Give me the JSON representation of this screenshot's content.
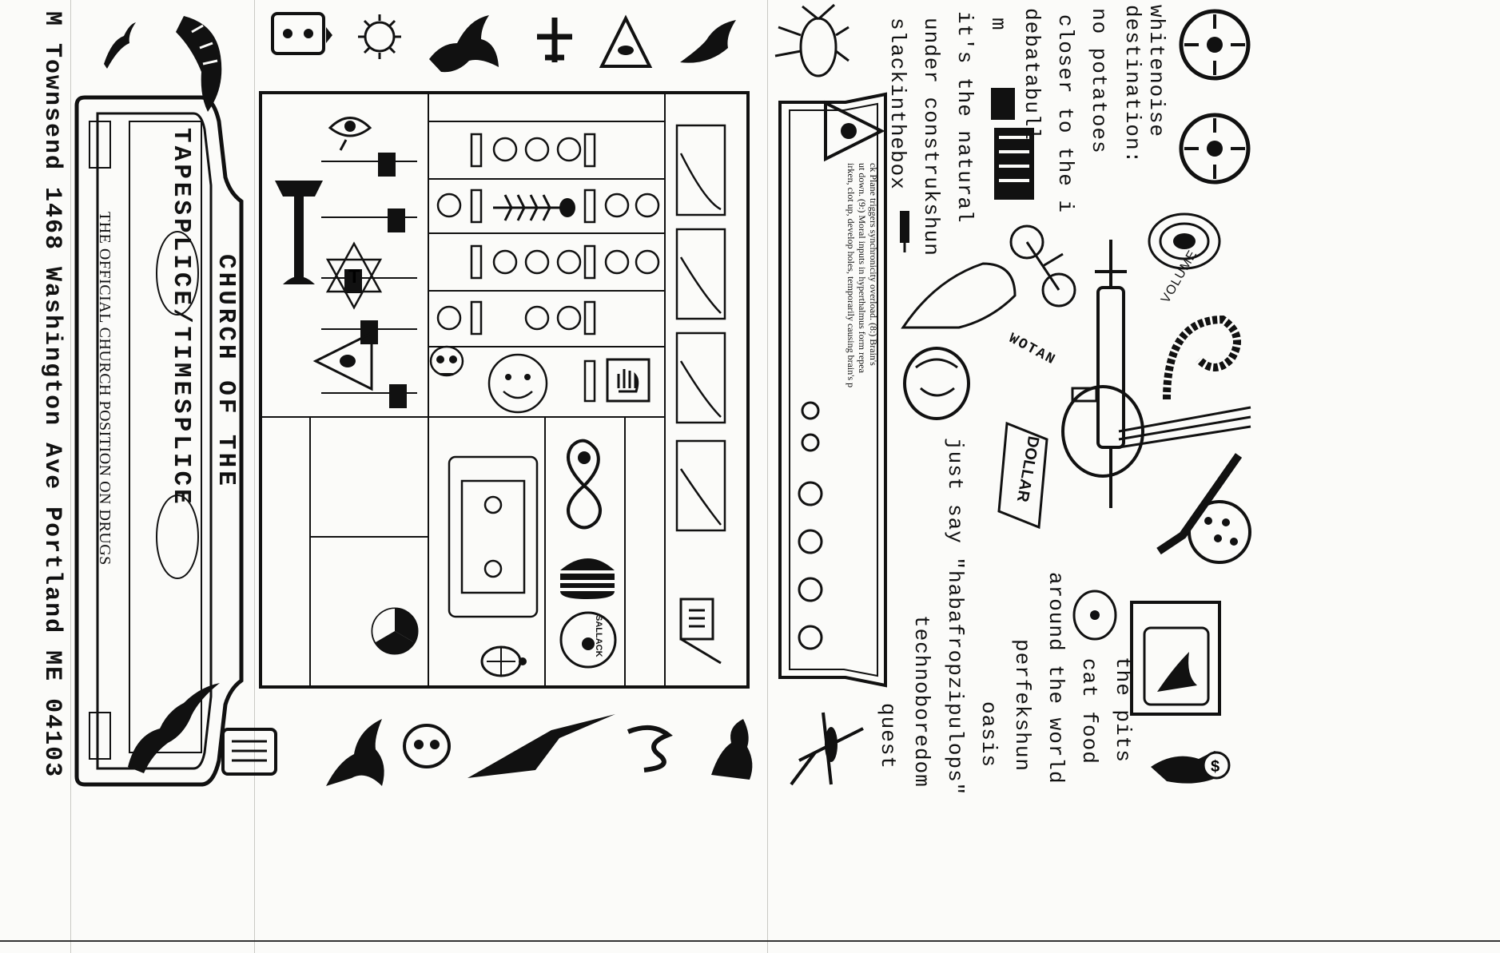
{
  "spine": {
    "address": "M Townsend 1468 Washington Ave Portland ME 04103"
  },
  "front": {
    "title": "CHURCH OF THE",
    "subtitle": "TAPESPLICE/TIMESPLICE",
    "tagline": "THE OFFICIAL CHURCH POSITION ON DRUGS"
  },
  "inlay": {
    "notes": [
      "ck Plane triggers synchronicity overload. (8:) Brain's",
      "ut down. (9:) Moral inputs in hyperthalmus form repea",
      "irken, clot up, develop holes, temporarily causing brain's p"
    ],
    "labels": {
      "wotan": "WOTAN",
      "volume": "VOLUME",
      "dollar": "DOLLAR",
      "sallack": "SALLACK"
    },
    "tracks_right": [
      "slackinthebox",
      "under construkshun",
      "it's the natural",
      "m",
      "debatabull",
      "closer to the i",
      "no potatoes",
      "destination:",
      "whitenoise"
    ],
    "tracks_left": [
      "quest",
      "technoboredom",
      "just say \"habafropzipulops\"",
      "oasis",
      "perfekshun",
      "around the world",
      "cat food",
      "the pits"
    ]
  },
  "colors": {
    "ink": "#111111",
    "paper": "#fbfbf9",
    "fold": "#c9c9c4"
  },
  "icons": [
    "cassette-icon",
    "dinosaur-icon",
    "airplane-icon",
    "eye-pyramid-icon",
    "cockroach-icon",
    "reel-icon",
    "guitar-icon",
    "syringe-icon",
    "skull-icon",
    "radiation-icon",
    "tv-icon",
    "bicycle-icon",
    "hand-icon",
    "dollar-icon",
    "fishbone-icon",
    "hamburger-icon",
    "turtle-icon",
    "fallout-icon",
    "smiley-icon"
  ]
}
